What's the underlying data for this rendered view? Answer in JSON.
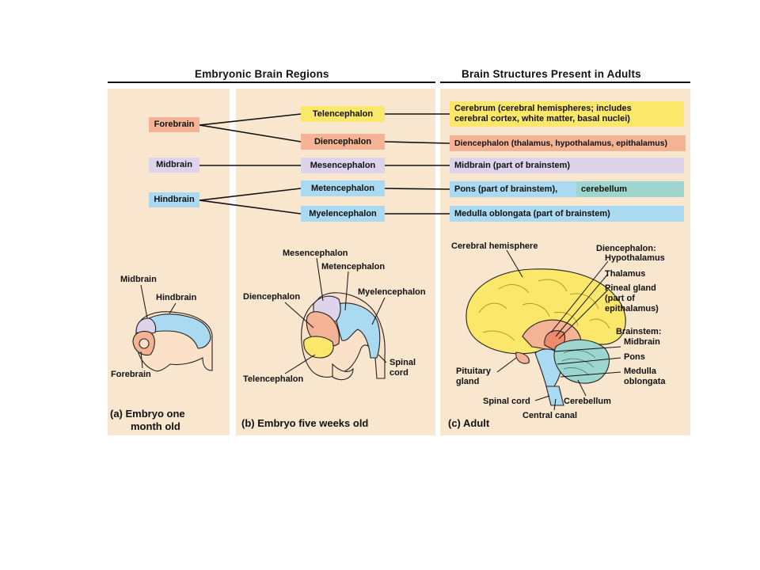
{
  "headers": {
    "embryonic": "Embryonic Brain Regions",
    "adult": "Brain Structures Present in Adults"
  },
  "primary_regions": {
    "forebrain": "Forebrain",
    "midbrain": "Midbrain",
    "hindbrain": "Hindbrain"
  },
  "secondary_regions": {
    "telencephalon": "Telencephalon",
    "diencephalon": "Diencephalon",
    "mesencephalon": "Mesencephalon",
    "metencephalon": "Metencephalon",
    "myelencephalon": "Myelencephalon"
  },
  "adult_structures": {
    "cerebrum_line1": "Cerebrum (cerebral hemispheres; includes",
    "cerebrum_line2": "cerebral cortex, white matter, basal nuclei)",
    "diencephalon": "Diencephalon (thalamus, hypothalamus, epithalamus)",
    "midbrain": "Midbrain (part of brainstem)",
    "pons": "Pons (part of brainstem),",
    "cerebellum": "cerebellum",
    "medulla": "Medulla oblongata (part of brainstem)"
  },
  "panel_a": {
    "midbrain": "Midbrain",
    "hindbrain": "Hindbrain",
    "forebrain": "Forebrain",
    "caption_line1": "(a) Embryo one",
    "caption_line2": "month old"
  },
  "panel_b": {
    "mesencephalon": "Mesencephalon",
    "metencephalon": "Metencephalon",
    "diencephalon": "Diencephalon",
    "myelencephalon": "Myelencephalon",
    "spinal_line1": "Spinal",
    "spinal_line2": "cord",
    "telencephalon": "Telencephalon",
    "caption": "(b) Embryo five weeks old"
  },
  "panel_c": {
    "cerebral_hemisphere": "Cerebral hemisphere",
    "diencephalon_hdr": "Diencephalon:",
    "hypothalamus": "Hypothalamus",
    "thalamus": "Thalamus",
    "pineal_line1": "Pineal gland",
    "pineal_line2": "(part of",
    "pineal_line3": "epithalamus)",
    "brainstem_hdr": "Brainstem:",
    "midbrain": "Midbrain",
    "pons": "Pons",
    "medulla_line1": "Medulla",
    "medulla_line2": "oblongata",
    "pituitary_line1": "Pituitary",
    "pituitary_line2": "gland",
    "spinal_cord": "Spinal cord",
    "cerebellum": "Cerebellum",
    "central_canal": "Central canal",
    "caption": "(c) Adult"
  },
  "colors": {
    "panel_bg": "#f8e6cf",
    "forebrain": "#f4b394",
    "telencephalon": "#fbe86a",
    "midbrain": "#ddd4ec",
    "hindbrain": "#a9daf2",
    "cerebellum": "#9ed6cf"
  }
}
